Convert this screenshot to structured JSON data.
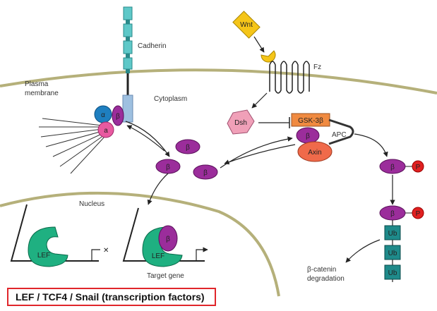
{
  "labels": {
    "cadherin": "Cadherin",
    "plasma_membrane_1": "Plasma",
    "plasma_membrane_2": "membrane",
    "cytoplasm": "Cytoplasm",
    "wnt": "Wnt",
    "fz": "Fz",
    "dsh": "Dsh",
    "gsk3b": "GSK-3β",
    "apc": "APC",
    "axin": "Axin",
    "nucleus": "Nucleus",
    "target_gene": "Target gene",
    "degradation_1": "β-catenin",
    "degradation_2": "degradation",
    "alpha": "α",
    "a": "a",
    "beta": "β",
    "phospho": "P",
    "ub": "Ub",
    "lef": "LEF"
  },
  "caption": "LEF / TCF4 / Snail (transcription factors)",
  "colors": {
    "beta_catenin": "#9b2d9b",
    "cadherin": "#5ec8c8",
    "alpha_catenin": "#1e7fc0",
    "a_catenin": "#e85aa0",
    "wnt": "#f5c518",
    "dsh": "#f0a0b8",
    "gsk3b": "#f08a40",
    "axin": "#f06a4a",
    "phospho": "#e02020",
    "ubiquitin": "#1e8a8a",
    "lef": "#1fb081",
    "membrane": "#b5b07a",
    "caption_border": "#e0262b"
  }
}
